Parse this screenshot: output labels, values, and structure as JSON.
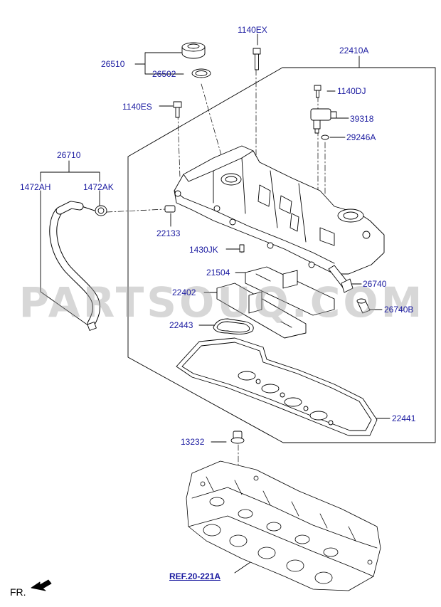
{
  "watermark": "PARTSOUQ.COM",
  "labels": {
    "l1140EX": "1140EX",
    "l22410A": "22410A",
    "l26510": "26510",
    "l26502": "26502",
    "l1140DJ": "1140DJ",
    "l1140ES": "1140ES",
    "l39318": "39318",
    "l29246A": "29246A",
    "l26710": "26710",
    "l1472AH": "1472AH",
    "l1472AK": "1472AK",
    "l22133": "22133",
    "l1430JK": "1430JK",
    "l21504": "21504",
    "l26740": "26740",
    "l22402": "22402",
    "l26740B": "26740B",
    "l22443": "22443",
    "l22441": "22441",
    "l13232": "13232"
  },
  "reference": "REF.20-221A",
  "front_indicator": "FR."
}
